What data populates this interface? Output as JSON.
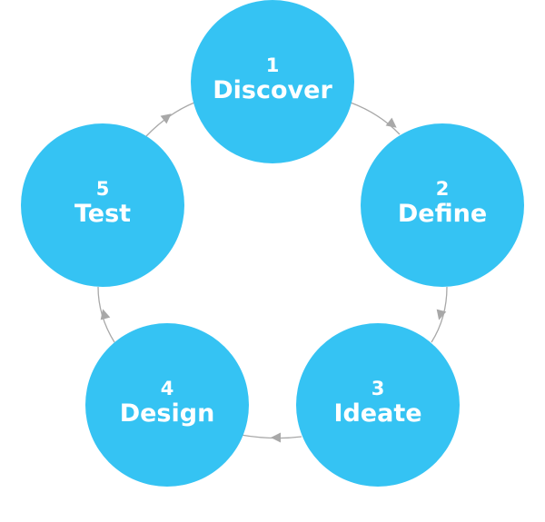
{
  "diagram": {
    "stages": [
      {
        "number": "1",
        "label": "Discover"
      },
      {
        "number": "2",
        "label": "Define"
      },
      {
        "number": "3",
        "label": "Ideate"
      },
      {
        "number": "4",
        "label": "Design"
      },
      {
        "number": "5",
        "label": "Test"
      }
    ],
    "colors": {
      "node_fill": "#35c3f3",
      "node_text": "#ffffff",
      "connector": "#a8a8a8",
      "background": "#ffffff"
    }
  }
}
